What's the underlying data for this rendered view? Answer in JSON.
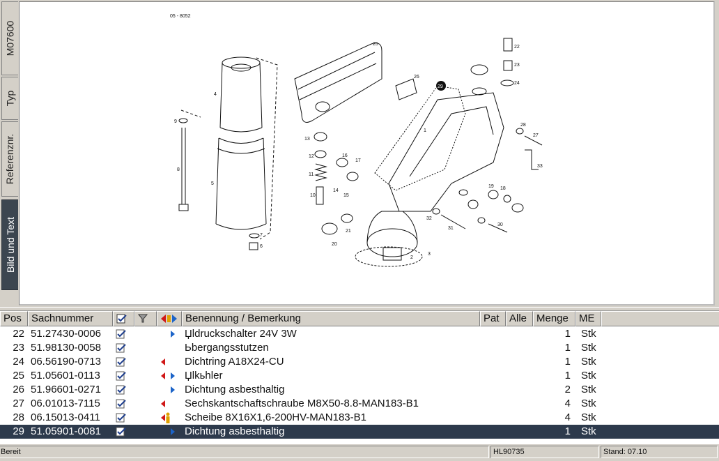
{
  "tabs": [
    {
      "label": "M07600"
    },
    {
      "label": "Typ"
    },
    {
      "label": "Referenznr."
    },
    {
      "label": "Bild und Text"
    }
  ],
  "drawing": {
    "ref": "05 - 8052",
    "callouts": [
      "1",
      "2",
      "3",
      "4",
      "5",
      "6",
      "7",
      "8",
      "9",
      "10",
      "11",
      "12",
      "13",
      "14",
      "15",
      "16",
      "17",
      "18",
      "19",
      "20",
      "21",
      "22",
      "23",
      "24",
      "25",
      "26",
      "27",
      "28",
      "29",
      "30",
      "31",
      "32",
      "33"
    ]
  },
  "columns": {
    "pos": "Pos",
    "sachnummer": "Sachnummer",
    "benennung": "Benennung / Bemerkung",
    "pat": "Pat",
    "alle": "Alle",
    "menge": "Menge",
    "me": "ME"
  },
  "rows": [
    {
      "pos": "22",
      "sachnummer": "51.27430-0006",
      "benennung": "Џldruckschalter 24V 3W",
      "menge": "1",
      "me": "Stk",
      "flag": "right"
    },
    {
      "pos": "23",
      "sachnummer": "51.98130-0058",
      "benennung": "Ьbergangsstutzen",
      "menge": "1",
      "me": "Stk",
      "flag": "none"
    },
    {
      "pos": "24",
      "sachnummer": "06.56190-0713",
      "benennung": "Dichtring A18X24-CU",
      "menge": "1",
      "me": "Stk",
      "flag": "left"
    },
    {
      "pos": "25",
      "sachnummer": "51.05601-0113",
      "benennung": "Џlkьhler",
      "menge": "1",
      "me": "Stk",
      "flag": "both"
    },
    {
      "pos": "26",
      "sachnummer": "51.96601-0271",
      "benennung": "Dichtung asbesthaltig",
      "menge": "2",
      "me": "Stk",
      "flag": "right"
    },
    {
      "pos": "27",
      "sachnummer": "06.01013-7115",
      "benennung": "Sechskantschaftschraube M8X50-8.8-MAN183-B1",
      "menge": "4",
      "me": "Stk",
      "flag": "left"
    },
    {
      "pos": "28",
      "sachnummer": "06.15013-0411",
      "benennung": "Scheibe 8X16X1,6-200HV-MAN183-B1",
      "menge": "4",
      "me": "Stk",
      "flag": "info"
    },
    {
      "pos": "29",
      "sachnummer": "51.05901-0081",
      "benennung": "Dichtung asbesthaltig",
      "menge": "1",
      "me": "Stk",
      "flag": "right",
      "selected": true
    }
  ],
  "status": {
    "left": "Bereit",
    "middle": "HL90735",
    "right": "Stand: 07.10"
  },
  "colors": {
    "selection": "#2d3a4c",
    "arrow_blue": "#1c64c8",
    "arrow_red": "#d01818",
    "callout_highlight": "#111111"
  }
}
